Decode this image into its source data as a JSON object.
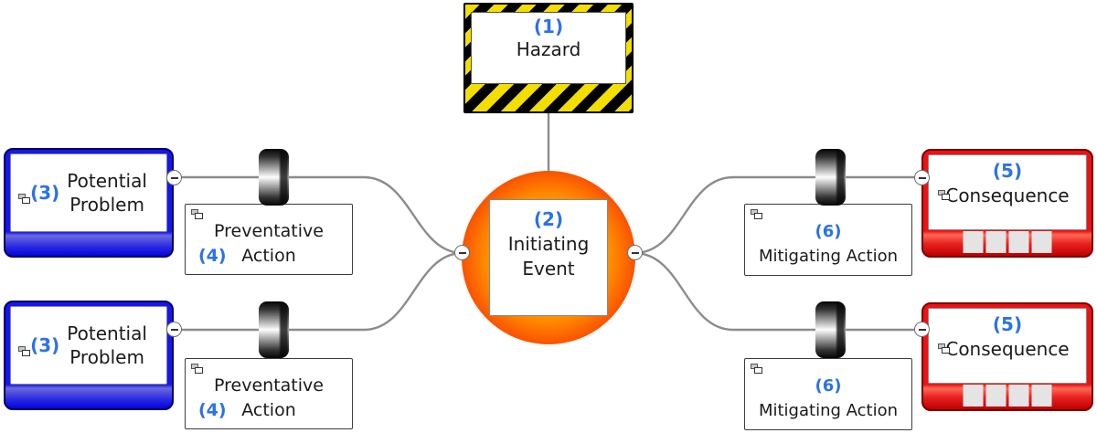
{
  "diagram_type": "bowtie-risk-diagram",
  "nodes": {
    "hazard": {
      "number": "(1)",
      "label": "Hazard"
    },
    "initiating_event": {
      "number": "(2)",
      "label_line1": "Initiating",
      "label_line2": "Event"
    },
    "potential_problem": {
      "number": "(3)",
      "label_line1": "Potential",
      "label_line2": "Problem"
    },
    "preventative_action": {
      "number": "(4)",
      "label_line1": "Preventative",
      "label_line2": "Action"
    },
    "consequence": {
      "number": "(5)",
      "label": "Consequence"
    },
    "mitigating_action": {
      "number": "(6)",
      "label": "Mitigating Action"
    }
  },
  "colors": {
    "number_text": "#2B72E8",
    "label_text": "#1A1A1A",
    "potential_problem_border": "#1616EE",
    "consequence_border": "#EE1212",
    "hazard_stripe_yellow": "#F2DE00",
    "hazard_stripe_black": "#000000",
    "initiating_event_center": "#FFA500",
    "initiating_event_edge": "#EF1800",
    "connector_line": "#8C8C8C",
    "barrier_fill": "#0A0A0A",
    "indicator_square": "#E4E4E4"
  }
}
